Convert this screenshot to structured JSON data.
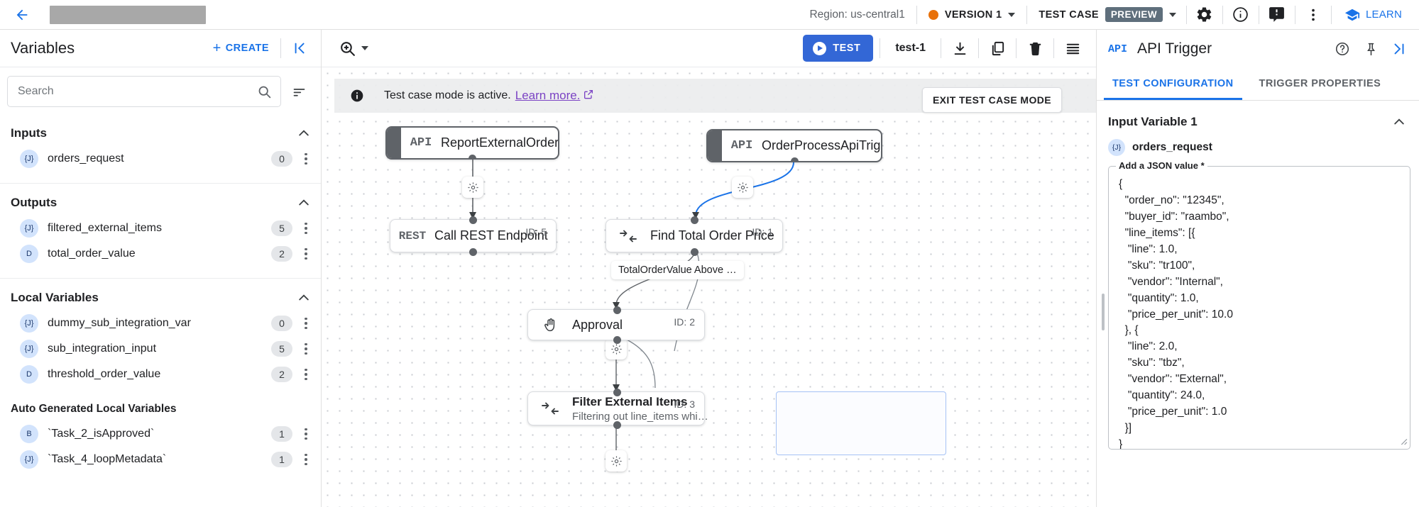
{
  "topbar": {
    "back_icon": "arrow-left-icon",
    "title_redacted": "",
    "region": "Region: us-central1",
    "version_label": "VERSION 1",
    "version_status_color": "#e8710a",
    "test_case_label": "TEST CASE",
    "preview_badge": "PREVIEW",
    "settings_icon": "gear-icon",
    "info_icon": "info-icon",
    "feedback_icon": "feedback-icon",
    "more_icon": "more-vertical-icon",
    "learn_label": "LEARN"
  },
  "sidebar": {
    "title": "Variables",
    "create_label": "CREATE",
    "collapse_icon": "collapse-left-icon",
    "search": {
      "value": "",
      "placeholder": "Search"
    },
    "sort_icon": "sort-icon",
    "sections": [
      {
        "title": "Inputs",
        "items": [
          {
            "type": "{J}",
            "name": "orders_request",
            "count": "0"
          }
        ]
      },
      {
        "title": "Outputs",
        "items": [
          {
            "type": "{J}",
            "name": "filtered_external_items",
            "count": "5"
          },
          {
            "type": "D",
            "name": "total_order_value",
            "count": "2"
          }
        ]
      },
      {
        "title": "Local Variables",
        "items": [
          {
            "type": "{J}",
            "name": "dummy_sub_integration_var",
            "count": "0"
          },
          {
            "type": "{J}",
            "name": "sub_integration_input",
            "count": "5"
          },
          {
            "type": "D",
            "name": "threshold_order_value",
            "count": "2"
          }
        ]
      },
      {
        "title": "Auto Generated Local Variables",
        "small": true,
        "items": [
          {
            "type": "B",
            "name": "`Task_2_isApproved`",
            "count": "1"
          },
          {
            "type": "{J}",
            "name": "`Task_4_loopMetadata`",
            "count": "1"
          }
        ]
      }
    ]
  },
  "canvas_toolbar": {
    "zoom_icon": "zoom-in-icon",
    "test_label": "TEST",
    "test_case_name": "test-1",
    "download_icon": "download-icon",
    "copy_icon": "copy-icon",
    "delete_icon": "trash-icon",
    "list_icon": "list-icon"
  },
  "canvas": {
    "banner": {
      "info_icon": "info-icon",
      "text": "Test case mode is active.",
      "link": "Learn more.",
      "external_icon": "external-link-icon"
    },
    "exit_button": "EXIT TEST CASE MODE",
    "nodes": [
      {
        "id": "report-external-orders",
        "kind": "trigger",
        "icon": "API",
        "title": "ReportExternalOrders",
        "subtitle": "",
        "id_label": ""
      },
      {
        "id": "order-process-api-trigger",
        "kind": "trigger",
        "icon": "API",
        "title": "OrderProcessApiTrigger",
        "subtitle": "",
        "id_label": ""
      },
      {
        "id": "call-rest-endpoint",
        "kind": "task",
        "icon": "REST",
        "title": "Call REST Endpoint",
        "subtitle": "",
        "id_label": "ID: 5"
      },
      {
        "id": "find-total-order-price",
        "kind": "task",
        "icon": "mapping",
        "title": "Find Total Order Price",
        "subtitle": "",
        "id_label": "ID: 1"
      },
      {
        "id": "approval",
        "kind": "task",
        "icon": "hand",
        "title": "Approval",
        "subtitle": "",
        "id_label": "ID: 2"
      },
      {
        "id": "filter-external-items",
        "kind": "task",
        "icon": "mapping",
        "title": "Filter External Items",
        "subtitle": "Filtering out line_items whi…",
        "id_label": "ID: 3"
      }
    ],
    "edge_label": "TotalOrderValue Above …"
  },
  "right_panel": {
    "icon": "API",
    "title": "API Trigger",
    "help_icon": "help-circle-icon",
    "pin_icon": "pin-icon",
    "collapse_icon": "collapse-right-icon",
    "tabs": [
      {
        "label": "TEST CONFIGURATION",
        "active": true
      },
      {
        "label": "TRIGGER PROPERTIES",
        "active": false
      }
    ],
    "input_variable_title": "Input Variable 1",
    "variable": {
      "type": "{J}",
      "name": "orders_request"
    },
    "json_legend": "Add a JSON value *",
    "json_value": "{\n  \"order_no\": \"12345\",\n  \"buyer_id\": \"raambo\",\n  \"line_items\": [{\n   \"line\": 1.0,\n   \"sku\": \"tr100\",\n   \"vendor\": \"Internal\",\n   \"quantity\": 1.0,\n   \"price_per_unit\": 10.0\n  }, {\n   \"line\": 2.0,\n   \"sku\": \"tbz\",\n   \"vendor\": \"External\",\n   \"quantity\": 24.0,\n   \"price_per_unit\": 1.0\n  }]\n}"
  }
}
